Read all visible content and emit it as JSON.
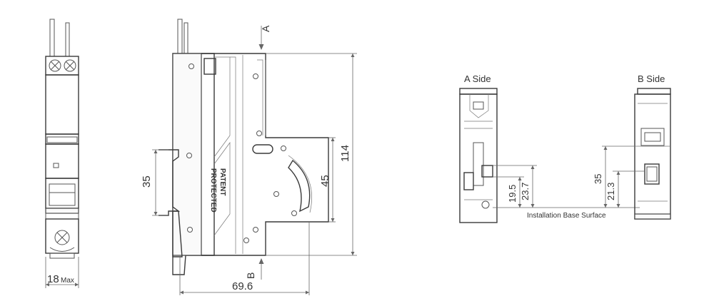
{
  "front_view": {
    "width_label": "18",
    "width_suffix": "Max"
  },
  "side_view": {
    "section_a": "A",
    "section_b": "B",
    "dim_35": "35",
    "dim_45": "45",
    "dim_114": "114",
    "dim_69_6": "69.6",
    "patent_line1": "PATENT",
    "patent_line2": "PROTECTED"
  },
  "a_side": {
    "title": "A Side",
    "dim_19_5": "19.5",
    "dim_23_7": "23.7"
  },
  "b_side": {
    "title": "B Side",
    "dim_35": "35",
    "dim_21_3": "21.3"
  },
  "base_label": "Installation Base Surface"
}
